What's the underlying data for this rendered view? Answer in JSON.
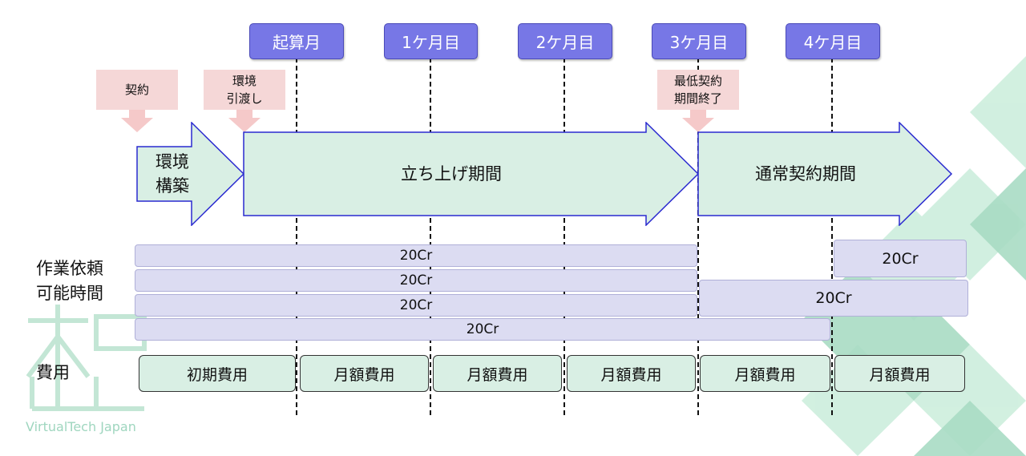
{
  "months": [
    "起算月",
    "1ケ月目",
    "2ケ月目",
    "3ケ月目",
    "4ケ月目"
  ],
  "milestones": {
    "contract": "契約",
    "handover_1": "環境",
    "handover_2": "引渡し",
    "minimum_1": "最低契約",
    "minimum_2": "期間終了"
  },
  "phases": {
    "build_1": "環境",
    "build_2": "構築",
    "startup": "立ち上げ期間",
    "normal": "通常契約期間"
  },
  "work_hours": {
    "label_1": "作業依頼",
    "label_2": "可能時間",
    "bars": [
      "20Cr",
      "20Cr",
      "20Cr",
      "20Cr",
      "20Cr",
      "20Cr"
    ]
  },
  "cost": {
    "label": "費用",
    "items": [
      "初期費用",
      "月額費用",
      "月額費用",
      "月額費用",
      "月額費用",
      "月額費用"
    ]
  },
  "logo": {
    "text": "VirtualTech Japan"
  },
  "colors": {
    "month_header": "#7777e6",
    "milestone": "#f5d7d7",
    "phase_fill": "#d9efe4",
    "phase_stroke": "#2a2ad0",
    "bar_fill": "#dcdcf2",
    "background_diamonds": "#b8e3cf"
  }
}
